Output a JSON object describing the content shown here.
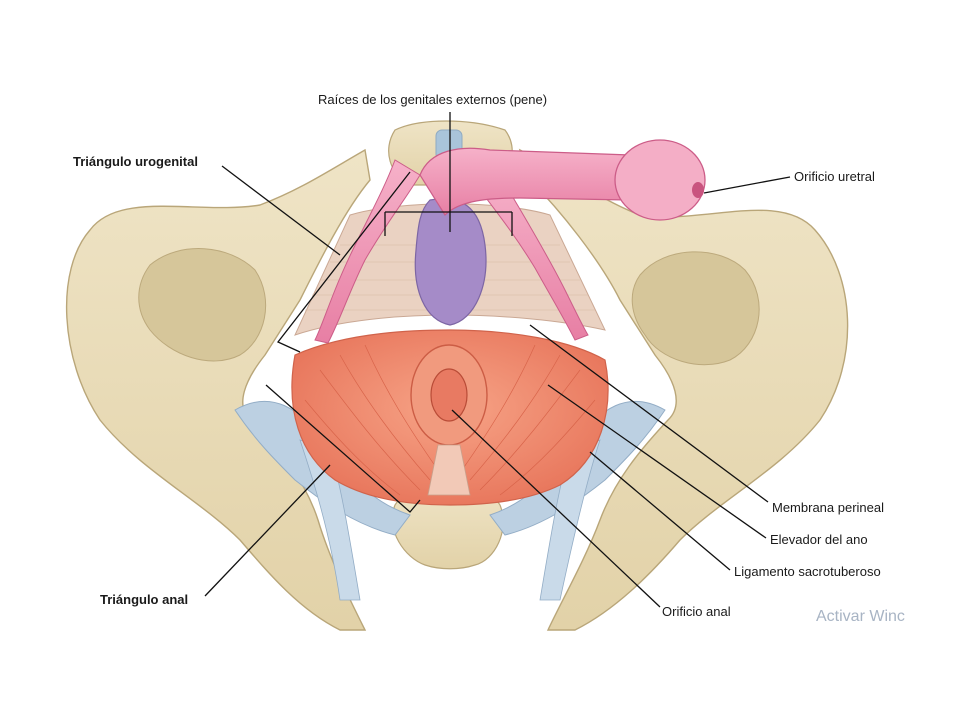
{
  "labels": {
    "roots": "Raíces de los genitales externos (pene)",
    "urogenital": "Triángulo urogenital",
    "urethral": "Orificio uretral",
    "membrane": "Membrana perineal",
    "levator": "Elevador del ano",
    "sacrotuberous": "Ligamento sacrotuberoso",
    "anal_orifice": "Orificio anal",
    "anal_triangle": "Triángulo anal"
  },
  "watermark": "Activar Winc",
  "colors": {
    "bone": "#e9dcba",
    "bone_shadow": "#cdbb8e",
    "muscle": "#ee8a6d",
    "membrane": "#ead2c2",
    "penis": "#ef8fb2",
    "glans": "#f4aec6",
    "bulb": "#a58bc8",
    "ligament": "#bcd0e2"
  }
}
